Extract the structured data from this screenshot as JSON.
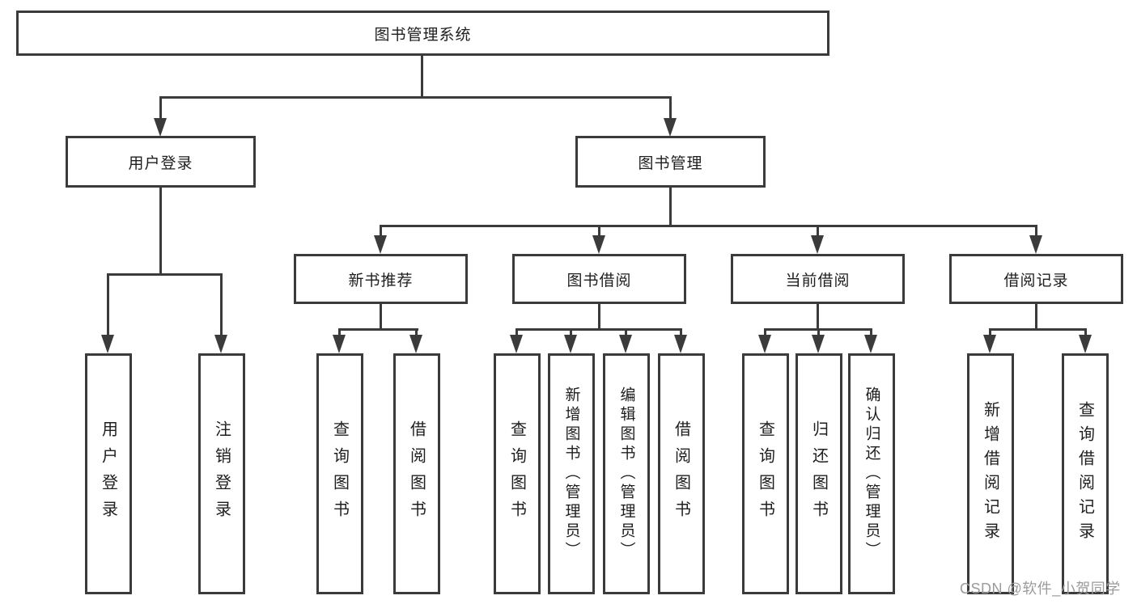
{
  "title": "图书管理系统",
  "watermark": "CSDN @软件_小贺同学",
  "colors": {
    "line": "#3b3b3b",
    "text": "#1e1e1e",
    "background": "#ffffff",
    "watermark": "#9b9b9b"
  },
  "tree": {
    "root": {
      "label": "图书管理系统"
    },
    "branches": [
      {
        "label": "用户登录",
        "children": [
          {
            "label": "用户登录"
          },
          {
            "label": "注销登录"
          }
        ]
      },
      {
        "label": "图书管理",
        "children": [
          {
            "label": "新书推荐",
            "children": [
              {
                "label": "查询图书"
              },
              {
                "label": "借阅图书"
              }
            ]
          },
          {
            "label": "图书借阅",
            "children": [
              {
                "label": "查询图书"
              },
              {
                "label": "新增图书（管理员）"
              },
              {
                "label": "编辑图书（管理员）"
              },
              {
                "label": "借阅图书"
              }
            ]
          },
          {
            "label": "当前借阅",
            "children": [
              {
                "label": "查询图书"
              },
              {
                "label": "归还图书"
              },
              {
                "label": "确认归还（管理员）"
              }
            ]
          },
          {
            "label": "借阅记录",
            "children": [
              {
                "label": "新增借阅记录"
              },
              {
                "label": "查询借阅记录"
              }
            ]
          }
        ]
      }
    ]
  }
}
